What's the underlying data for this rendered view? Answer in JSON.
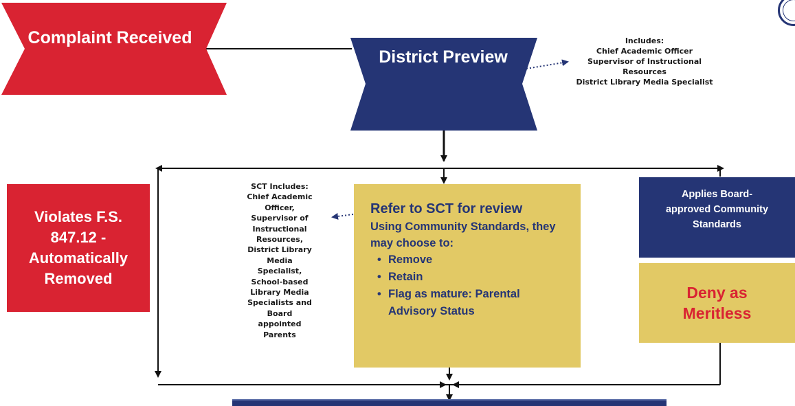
{
  "colors": {
    "red": "#d92332",
    "navy": "#253575",
    "gold": "#e2c965",
    "line": "#111111"
  },
  "start_node": {
    "label": "Complaint Received"
  },
  "district_preview": {
    "label": "District Preview",
    "includes": {
      "heading": "Includes:",
      "lines": [
        "Chief Academic Officer",
        "Supervisor of Instructional",
        "Resources",
        "District Library Media Specialist"
      ]
    }
  },
  "violates_box": {
    "label": "Violates F.S. 847.12 - Automatically Removed"
  },
  "sct_note": {
    "lines": [
      "SCT Includes:",
      "Chief Academic",
      "Officer,",
      "Supervisor of",
      "Instructional",
      "Resources,",
      "District Library",
      "Media",
      "Specialist,",
      "School-based",
      "Library Media",
      "Specialists and",
      "Board",
      "appointed",
      "Parents"
    ]
  },
  "refer_box": {
    "title": "Refer to SCT for review",
    "intro": "Using Community Standards, they may choose to:",
    "options": [
      "Remove",
      "Retain",
      "Flag as mature: Parental Advisory Status"
    ]
  },
  "applies_box": {
    "label": "Applies Board-approved Community Standards"
  },
  "deny_box": {
    "label": "Deny as Meritless"
  }
}
